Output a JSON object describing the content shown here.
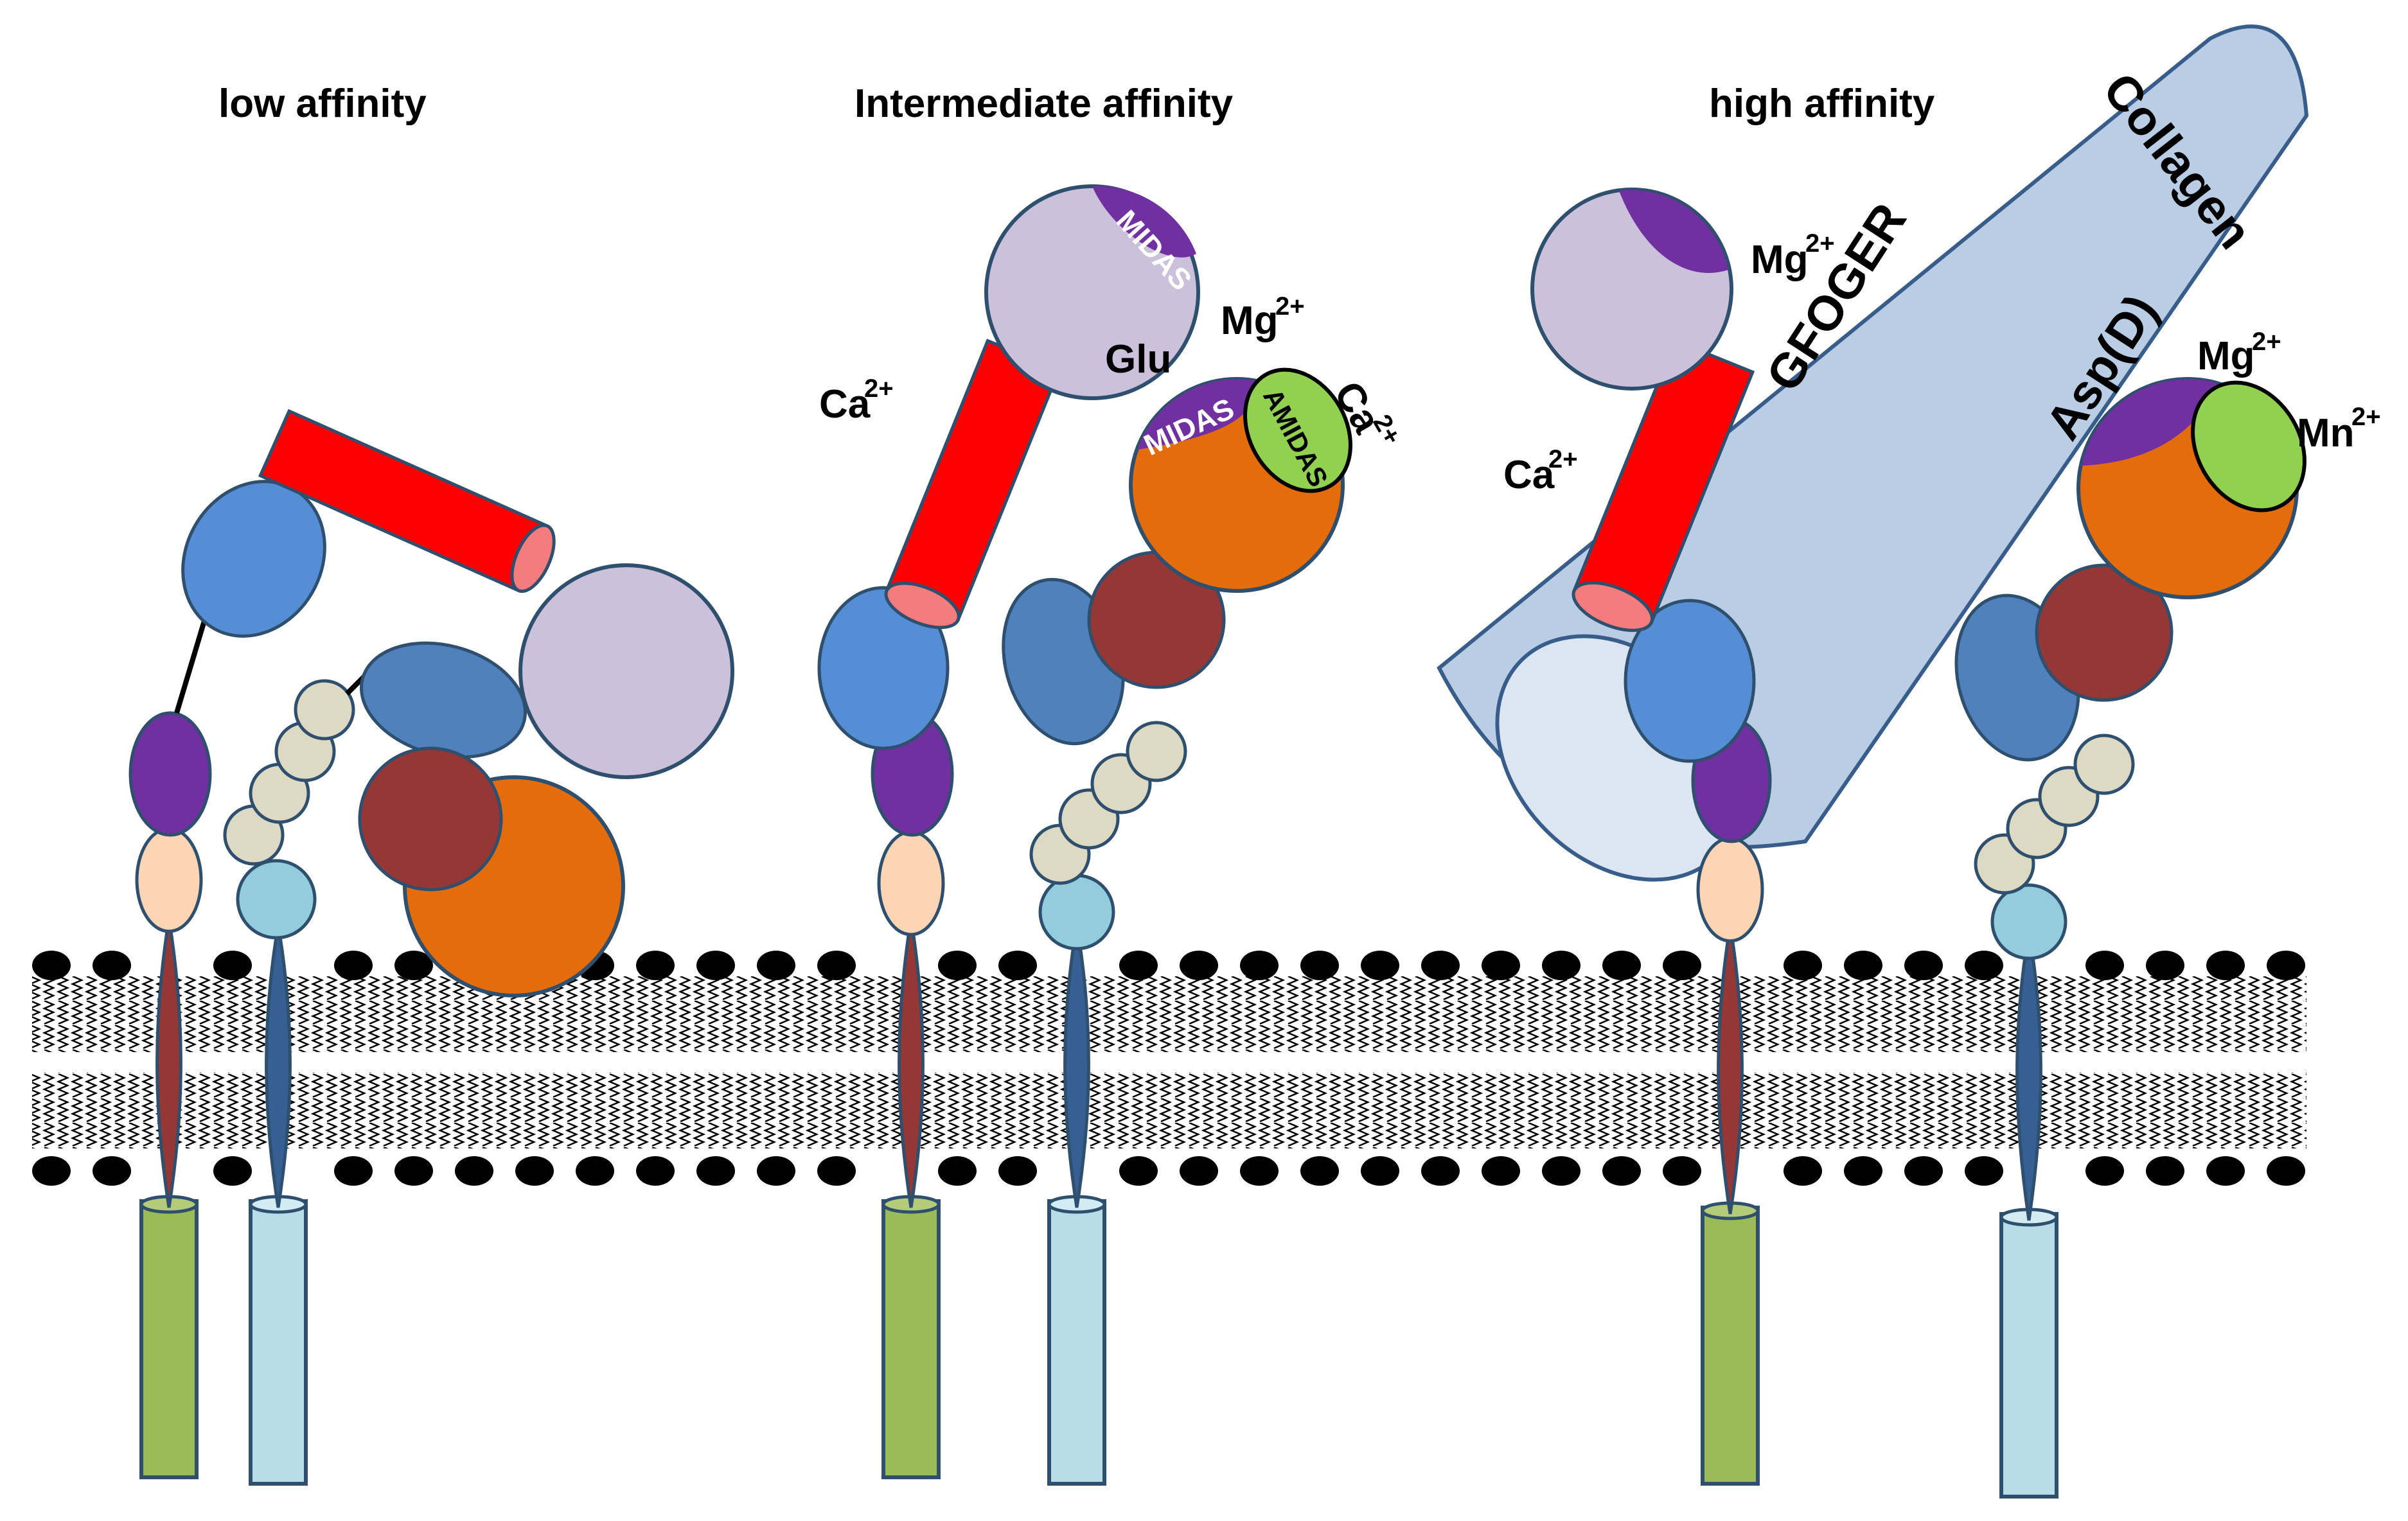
{
  "titles": {
    "low": "low affinity",
    "intermediate": "Intermediate affinity",
    "high": "high affinity"
  },
  "labels": {
    "midas": "MIDAS",
    "amidas": "AMIDAS",
    "glu": "Glu",
    "mg": "Mg",
    "ca": "Ca",
    "mn": "Mn",
    "charge": "2+",
    "gfoger": "GFOGER",
    "collagen": "Collagen",
    "asp": "Asp(D)"
  },
  "colors": {
    "lipid_head": "#000000",
    "alpha_tm": "#953735",
    "beta_tm": "#376092",
    "alpha_tail": "#9bbb59",
    "beta_tail": "#b7dde8",
    "calf": "#fcd5b5",
    "thigh": "#7030a0",
    "propeller": "#558ed5",
    "i_domain": "#ccc1da",
    "i_helix": "#ff0000",
    "beta_i": "#e46c0a",
    "hybrid": "#953735",
    "psi": "#4f81bd",
    "egf": "#ddd9c3",
    "beta_tail_domain": "#93cddd",
    "amidas": "#92d050",
    "midas": "#7030a0",
    "collagen": "#b9cde5"
  }
}
